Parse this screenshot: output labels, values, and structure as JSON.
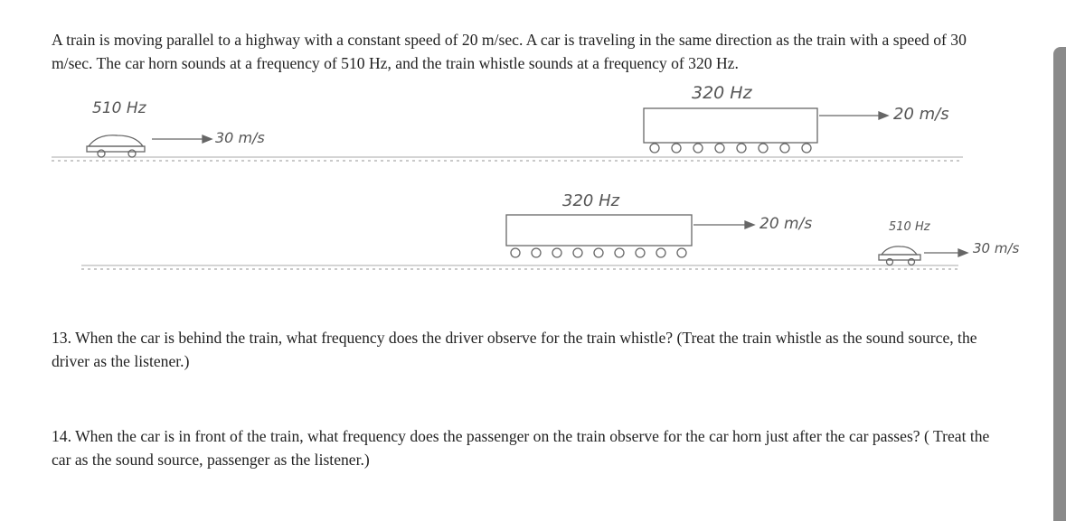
{
  "intro": "A train is moving parallel to a highway with a constant speed of 20 m/sec. A car is traveling in the same direction as the train with a speed of 30 m/sec. The car horn sounds at a frequency of 510 Hz, and the train whistle sounds at a frequency of 320 Hz.",
  "figure": {
    "top": {
      "car_freq": "510 Hz",
      "car_speed": "30 m/s",
      "train_freq": "320 Hz",
      "train_speed": "20 m/s"
    },
    "bottom": {
      "train_freq": "320 Hz",
      "train_speed": "20 m/s",
      "car_freq": "510 Hz",
      "car_speed": "30 m/s"
    }
  },
  "questions": {
    "q13": "13. When the car is behind the train, what frequency does the driver observe for the train whistle? (Treat the train whistle as the sound source, the driver as the listener.)",
    "q14": "14. When the car is in front of the train, what frequency does the passenger on the train observe for the car horn just after the car passes? ( Treat the car as the sound source, passenger as the listener.)"
  }
}
